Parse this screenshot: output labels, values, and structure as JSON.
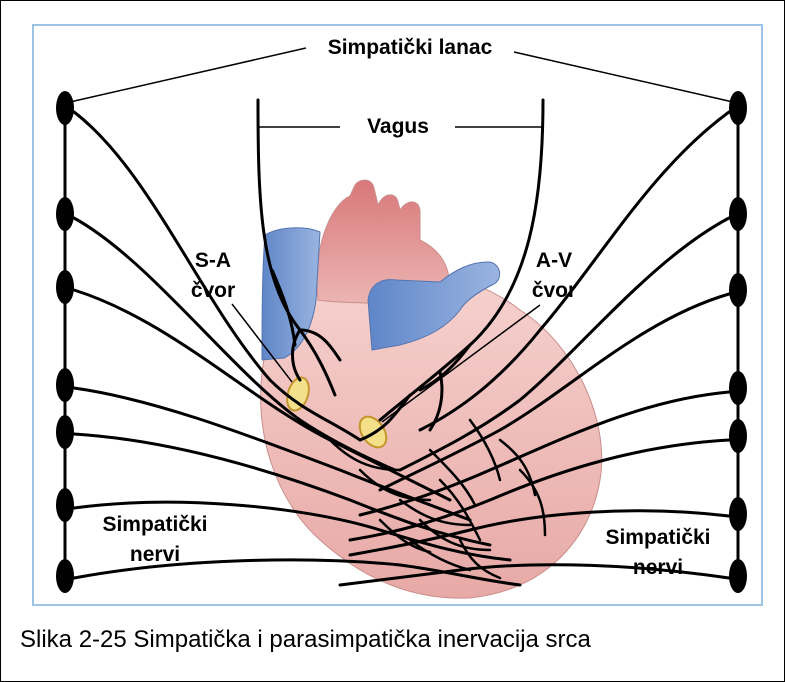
{
  "labels": {
    "sympathetic_chain": "Simpatički lanac",
    "vagus": "Vagus",
    "sa_node_line1": "S-A",
    "sa_node_line2": "čvor",
    "av_node_line1": "A-V",
    "av_node_line2": "čvor",
    "sympathetic_nerves_left_line1": "Simpatički",
    "sympathetic_nerves_left_line2": "nervi",
    "sympathetic_nerves_right_line1": "Simpatički",
    "sympathetic_nerves_right_line2": "nervi"
  },
  "caption": "Slika 2-25 Simpatička i parasimpatička inervacija srca",
  "colors": {
    "box_border": "#9cc3e5",
    "heart": "#e9b3b0",
    "heart_dark": "#d98a88",
    "vessels_blue": "#6f93cf",
    "node": "#f3e08a",
    "nerves": "#000000"
  }
}
